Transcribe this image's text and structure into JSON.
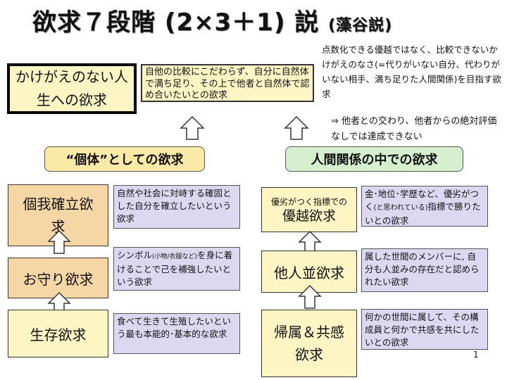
{
  "title": {
    "main": "欲求７段階 (2×3＋1) 説",
    "author": "(藻谷説)"
  },
  "top": {
    "irreplaceable_box": "かけがえのない人生への欲求",
    "desc": "自他の比較にこだわらず、自分に自然体で満ち足り、その上で他者と自然体で認め合いたいとの欲求",
    "note_right": "点数化できる優越ではなく、比較できないかけがえのなさ(=代りがいない自分、代わりがいない相手、満ち足りた人間関係)を目指す欲求",
    "note_arrow": "⇒ 他者との交わり、他者からの絶対評価なしでは達成できない"
  },
  "categories": {
    "individual": "“個体”としての欲求",
    "relational": "人間関係の中での欲求"
  },
  "left_column": [
    {
      "label": "個我確立欲求",
      "desc": "自然や社会に対峙する確固とした自分を確立したいという欲求"
    },
    {
      "label": "お守り欲求",
      "desc_main_1": "シンボル",
      "desc_small": "(小物/衣服など)",
      "desc_main_2": "を身に着けることで己を補強したいという欲求"
    },
    {
      "label": "生存欲求",
      "desc": "食べて生きて生殖したいという最も本能的･基本的な欲求"
    }
  ],
  "right_column": [
    {
      "label_small": "優劣がつく指標での",
      "label_big": "優越欲求",
      "desc_a": "金･地位･学歴など、優劣がつく",
      "desc_small": "(と思われている)",
      "desc_b": "指標で勝りたいとの欲求"
    },
    {
      "label": "他人並欲求",
      "desc": "属した世間のメンバーに, 自分も人並みの存在だと認められたい欲求"
    },
    {
      "label": "帰属＆共感欲求",
      "desc": "何かの世間に属して、その構成員と何かで共感を共にしたいとの欲求"
    }
  ],
  "page_number": "1",
  "colors": {
    "cream": "#fdf6c4",
    "tan": "#f5d7a6",
    "yellow_bar": "#fbe9a7",
    "green_bar": "#d6f0cf",
    "lavender": "#dcd8f2"
  },
  "icons": [
    "up-arrow-icon"
  ]
}
